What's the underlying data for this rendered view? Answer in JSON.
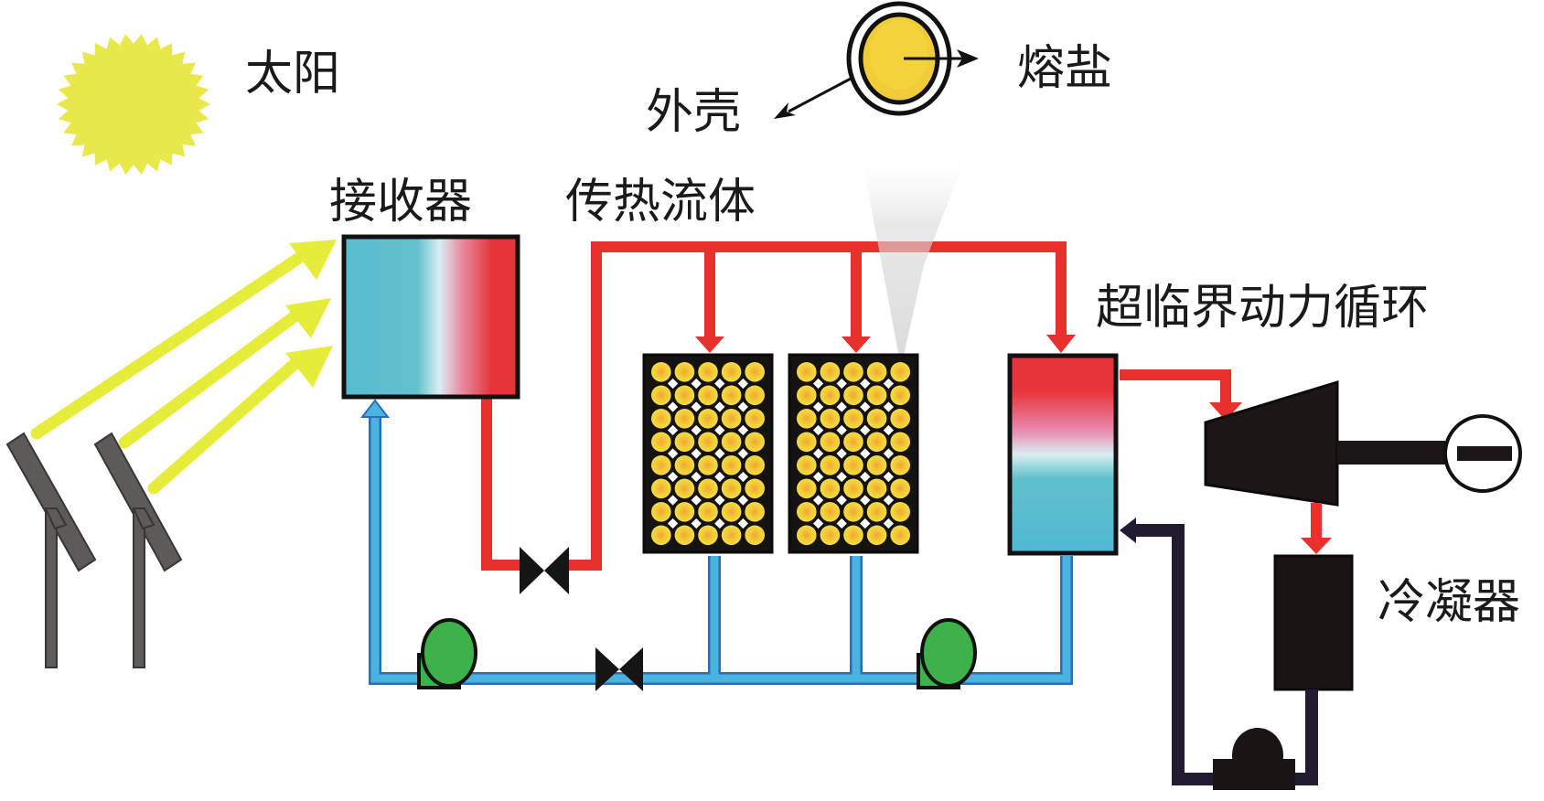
{
  "labels": {
    "sun": "太阳",
    "receiver": "接收器",
    "heat_transfer_fluid": "传热流体",
    "shell": "外壳",
    "molten_salt": "熔盐",
    "supercritical_cycle": "超临界动力循环",
    "condenser": "冷凝器"
  },
  "colors": {
    "hot_pipe": "#e8312c",
    "cold_pipe": "#4bb3e0",
    "cold_pipe_edge": "#2a6fb5",
    "sun": "#e9e84a",
    "light_ray": "#e6ec3a",
    "heliostat": "#5f5a5a",
    "pump": "#3db24a",
    "capsule": "#f2d23a",
    "capsule_core": "#f0a830",
    "dark": "#1a1414",
    "working_fluid_pipe": "#221a30"
  },
  "storage_tanks": {
    "count": 2,
    "capsule_rows": 8,
    "capsule_cols": 5
  }
}
